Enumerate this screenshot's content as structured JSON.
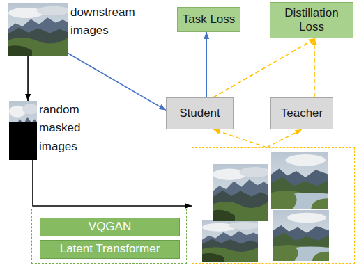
{
  "diagram": {
    "nodes": [
      {
        "text": [
          "downstream images"
        ]
      },
      {
        "text": [
          "Task Loss"
        ]
      },
      {
        "text": [
          "Distillation Loss"
        ]
      },
      {
        "text": [
          "Student"
        ]
      },
      {
        "text": [
          "Teacher"
        ]
      },
      {
        "text": [
          "random masked images"
        ]
      },
      {
        "text": []
      },
      {
        "text": [
          "VQGAN"
        ],
        "in": 6
      },
      {
        "text": [
          "Latent Transformer"
        ],
        "in": 6
      },
      {
        "text": []
      }
    ],
    "edges": [
      {
        "from": 0,
        "to": 5,
        "arrow": "to"
      },
      {
        "from": 0,
        "to": 3,
        "arrow": "to"
      },
      {
        "from": 3,
        "to": 1,
        "arrow": "to"
      },
      {
        "from": 3,
        "to": 2,
        "arrow": "to"
      },
      {
        "from": 4,
        "to": 2,
        "arrow": "to"
      },
      {
        "from": 5,
        "to": 9,
        "arrow": "to"
      },
      {
        "from": 9,
        "to": 3,
        "arrow": "to"
      },
      {
        "from": 9,
        "to": 4,
        "arrow": "to"
      }
    ]
  }
}
